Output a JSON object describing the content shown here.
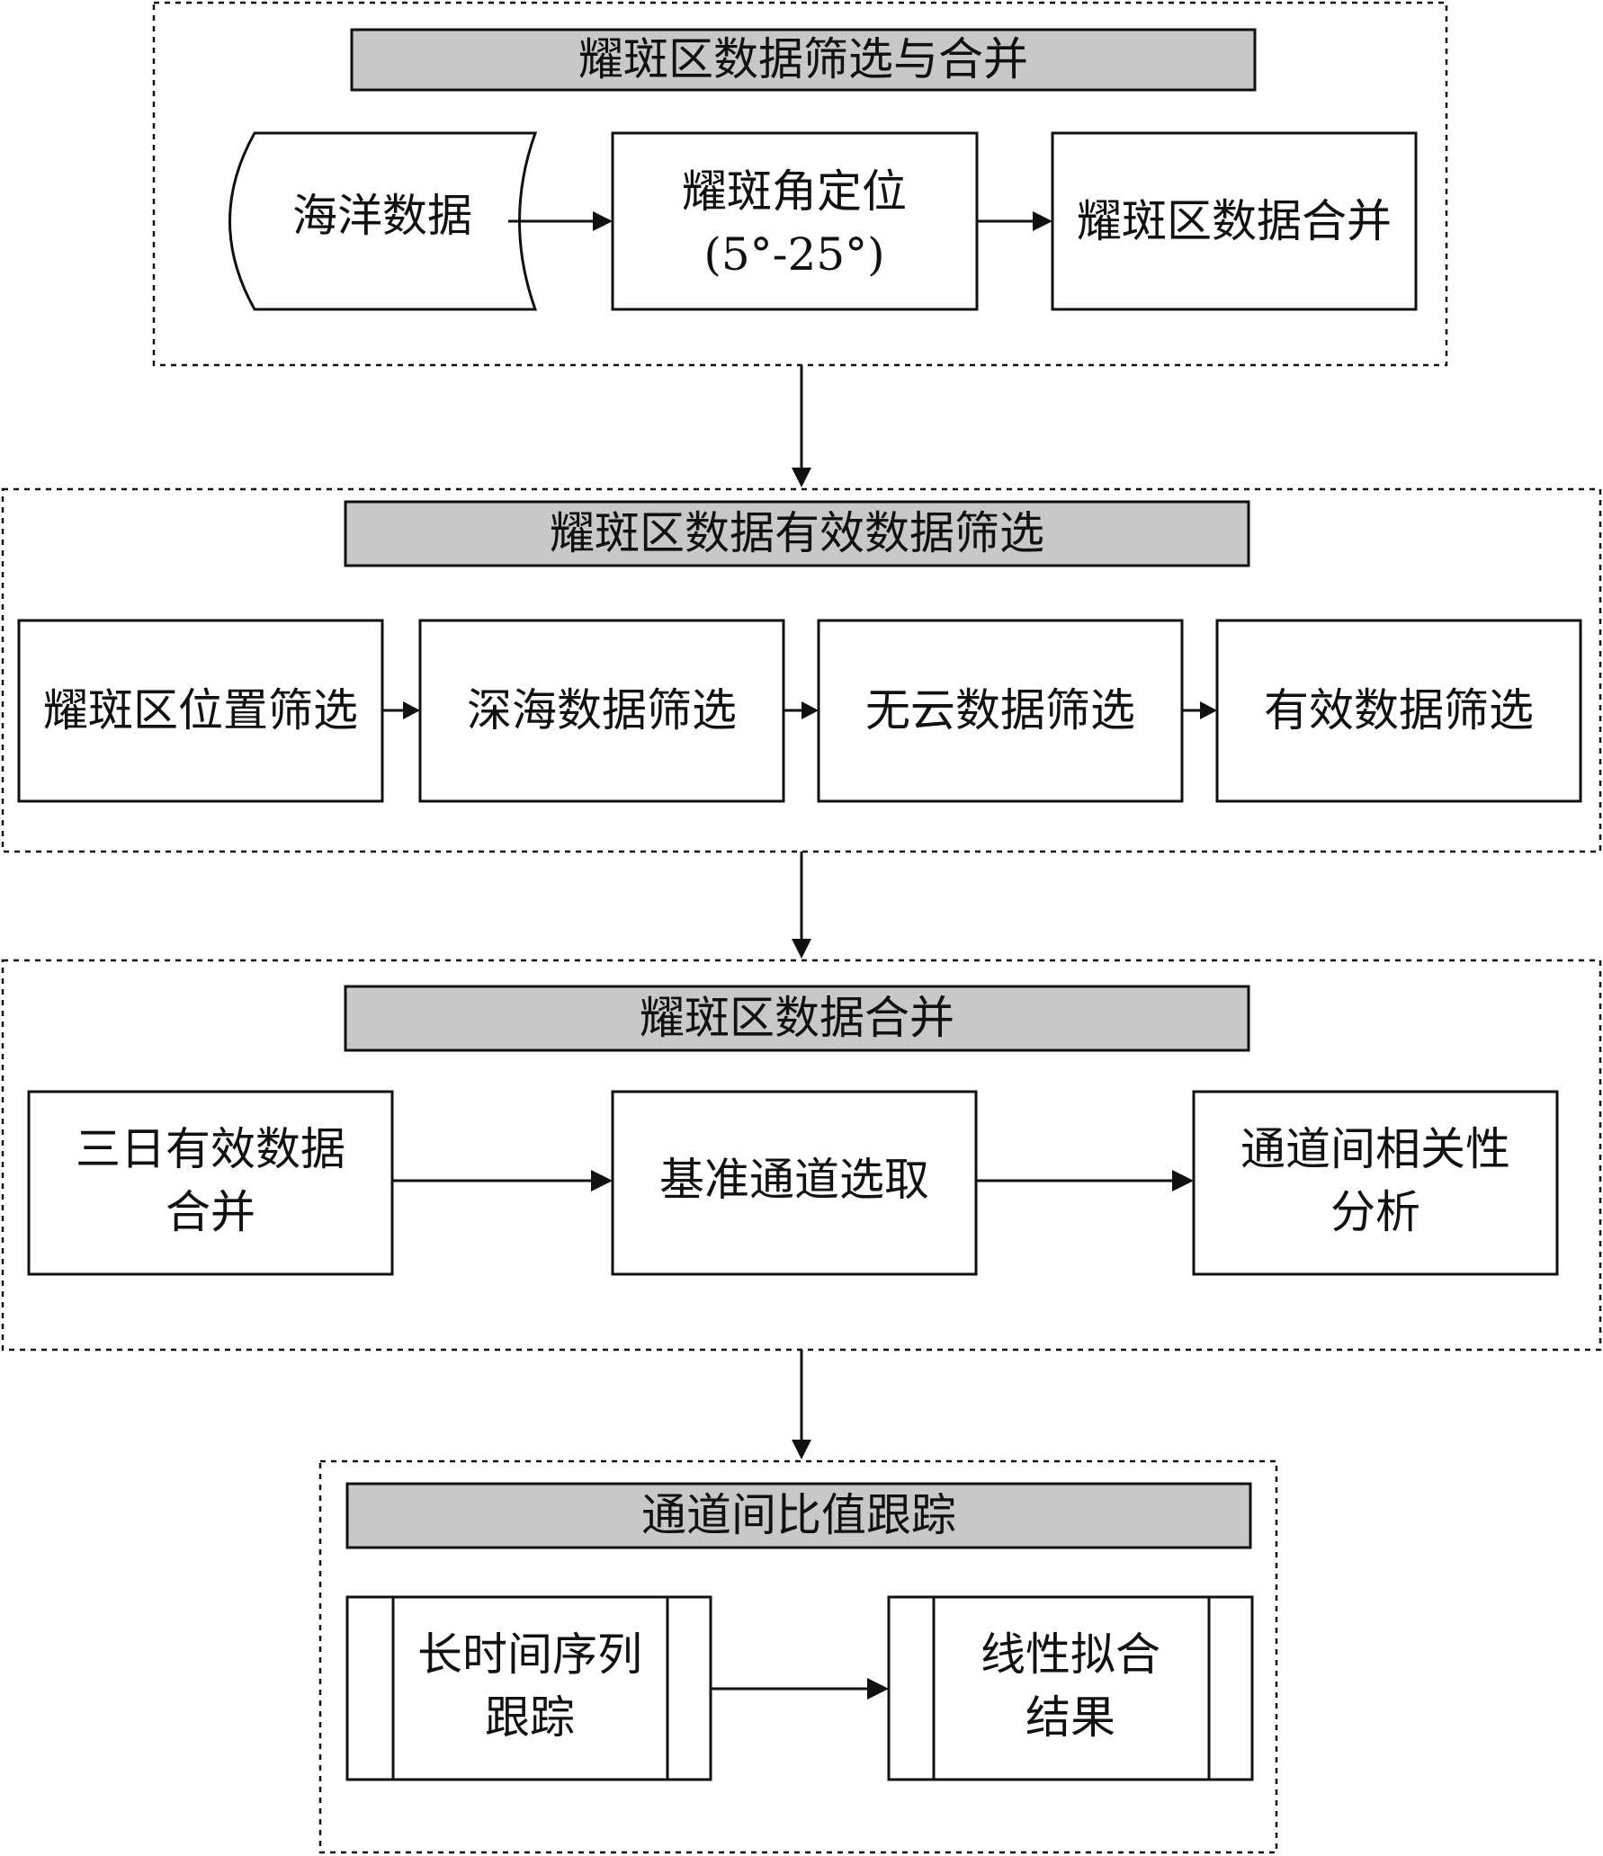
{
  "sections": [
    {
      "title": "耀斑区数据筛选与合并",
      "nodes": [
        {
          "lines": [
            "海洋数据"
          ],
          "shape": "storage"
        },
        {
          "lines": [
            "耀斑角定位",
            "(5°-25°)"
          ],
          "shape": "process"
        },
        {
          "lines": [
            "耀斑区数据合并"
          ],
          "shape": "process"
        }
      ]
    },
    {
      "title": "耀斑区数据有效数据筛选",
      "nodes": [
        {
          "lines": [
            "耀斑区位置筛选"
          ],
          "shape": "process"
        },
        {
          "lines": [
            "深海数据筛选"
          ],
          "shape": "process"
        },
        {
          "lines": [
            "无云数据筛选"
          ],
          "shape": "process"
        },
        {
          "lines": [
            "有效数据筛选"
          ],
          "shape": "process"
        }
      ]
    },
    {
      "title": "耀斑区数据合并",
      "nodes": [
        {
          "lines": [
            "三日有效数据",
            "合并"
          ],
          "shape": "process"
        },
        {
          "lines": [
            "基准通道选取"
          ],
          "shape": "process"
        },
        {
          "lines": [
            "通道间相关性",
            "分析"
          ],
          "shape": "process"
        }
      ]
    },
    {
      "title": "通道间比值跟踪",
      "nodes": [
        {
          "lines": [
            "长时间序列",
            "跟踪"
          ],
          "shape": "predefined"
        },
        {
          "lines": [
            "线性拟合",
            "结果"
          ],
          "shape": "predefined"
        }
      ]
    }
  ],
  "colors": {
    "header_fill": "#c8c8c8",
    "stroke": "#111111",
    "background": "#ffffff"
  }
}
